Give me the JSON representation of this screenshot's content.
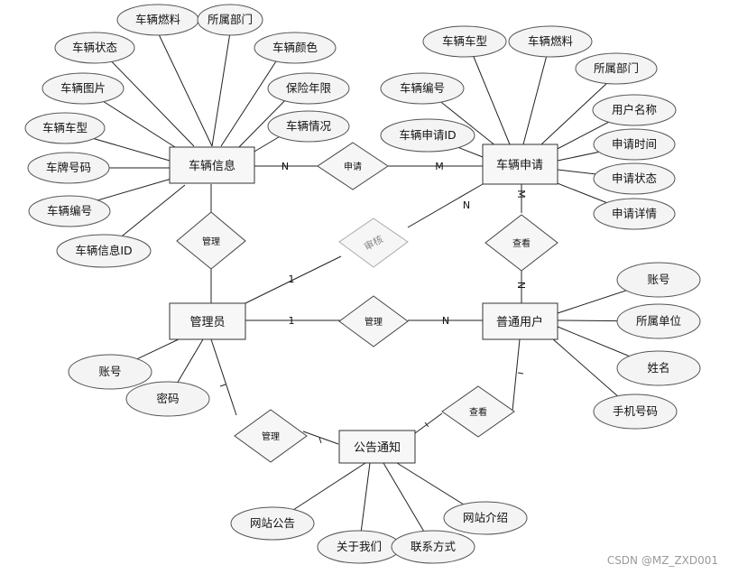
{
  "entities": {
    "vehicle_info": "车辆信息",
    "vehicle_apply": "车辆申请",
    "admin": "管理员",
    "user": "普通用户",
    "notice": "公告通知"
  },
  "vehicle_info_attrs": [
    "车辆燃料",
    "所属部门",
    "车辆状态",
    "车辆颜色",
    "车辆图片",
    "保险年限",
    "车辆车型",
    "车辆情况",
    "车牌号码",
    "车辆编号",
    "车辆信息ID"
  ],
  "vehicle_apply_attrs": [
    "车辆车型",
    "车辆燃料",
    "所属部门",
    "车辆编号",
    "用户名称",
    "车辆申请ID",
    "申请时间",
    "申请状态",
    "申请详情"
  ],
  "admin_attrs": [
    "账号",
    "密码"
  ],
  "user_attrs": [
    "账号",
    "所属单位",
    "姓名",
    "手机号码"
  ],
  "notice_attrs": [
    "网站公告",
    "关于我们",
    "联系方式",
    "网站介绍"
  ],
  "relationships": {
    "apply": "申请",
    "manage_vehicle": "管理",
    "audit": "审核",
    "view_apply": "查看",
    "manage_user": "管理",
    "manage_notice": "管理",
    "view_notice": "查看"
  },
  "cardinality": {
    "apply_vi": "N",
    "apply_va": "M",
    "audit_admin": "1",
    "audit_va": "N",
    "view_va": "M",
    "view_user": "N",
    "manage_admin": "1",
    "manage_user": "N"
  },
  "watermark": "CSDN @MZ_ZXD001"
}
